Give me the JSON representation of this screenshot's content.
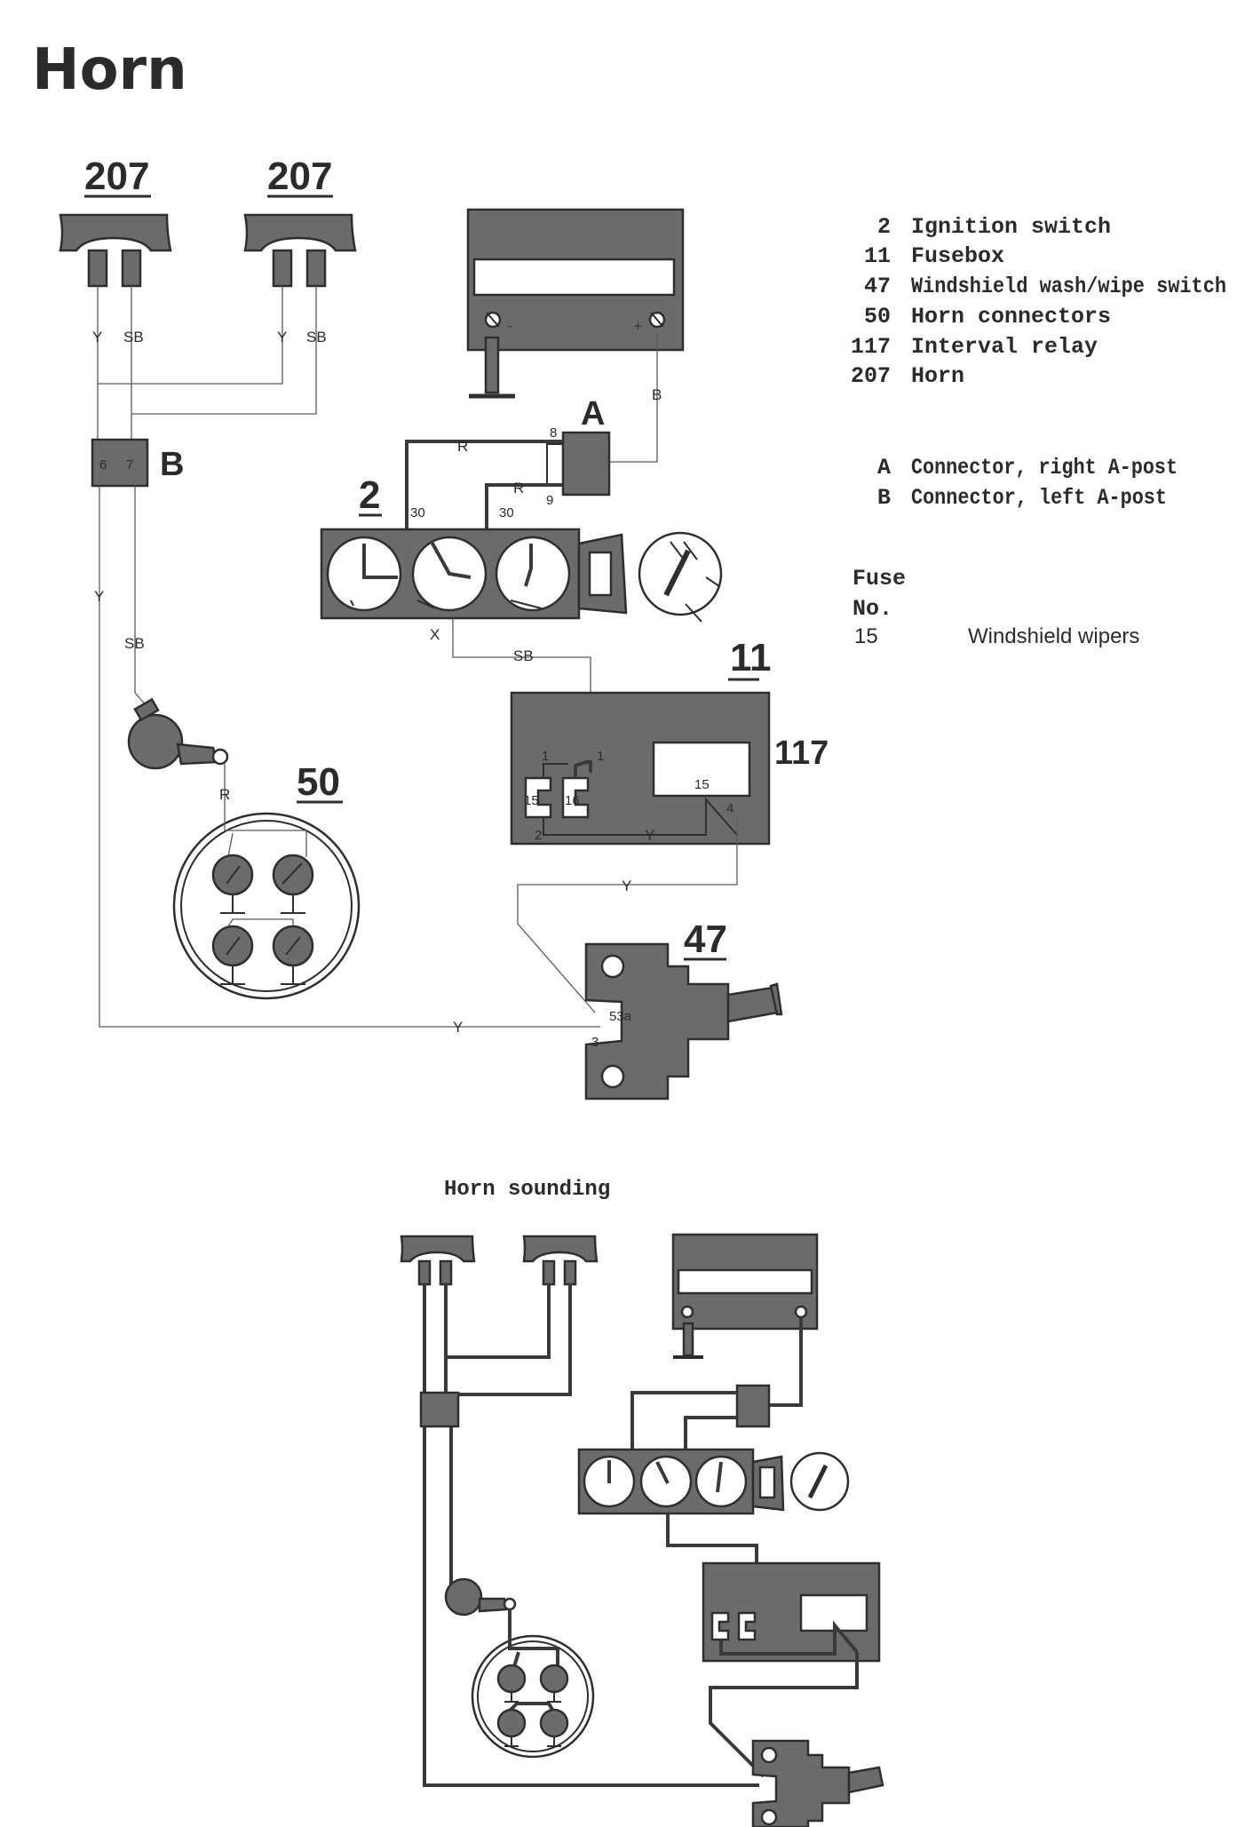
{
  "title": "Horn",
  "components": {
    "horn_left": "207",
    "horn_right": "207",
    "connector_a": "A",
    "connector_b": "B",
    "ignition_switch": "2",
    "fusebox": "11",
    "interval_relay": "117",
    "horn_connectors": "50",
    "wash_wipe_switch": "47"
  },
  "wire_labels": {
    "y": "Y",
    "sb": "SB",
    "r": "R",
    "b": "B",
    "x": "X"
  },
  "pins": {
    "b_pin_6": "6",
    "b_pin_7": "7",
    "a_pin_8": "8",
    "a_pin_9": "9",
    "sw_30_left": "30",
    "sw_30_right": "30",
    "fb_1_left": "1",
    "fb_1_right": "1",
    "fb_15": "15",
    "fb_16": "16",
    "fb_2": "2",
    "relay_15": "15",
    "relay_4": "4",
    "sw_53a": "53a",
    "sw_3": "3",
    "batt_minus": "-",
    "batt_plus": "+"
  },
  "legend": [
    {
      "num": "2",
      "text": "Ignition switch"
    },
    {
      "num": "11",
      "text": "Fusebox"
    },
    {
      "num": "47",
      "text": "Windshield wash/wipe switch"
    },
    {
      "num": "50",
      "text": "Horn connectors"
    },
    {
      "num": "117",
      "text": "Interval relay"
    },
    {
      "num": "207",
      "text": "Horn"
    }
  ],
  "connector_legend": [
    {
      "num": "A",
      "text": "Connector, right A-post"
    },
    {
      "num": "B",
      "text": "Connector, left A-post"
    }
  ],
  "fuse_table": {
    "header_line1": "Fuse",
    "header_line2": "No.",
    "rows": [
      {
        "no": "15",
        "text": "Windshield wipers"
      }
    ]
  },
  "second_diagram_title": "Horn sounding",
  "colors": {
    "component_fill": "#6b6b6b",
    "wire": "#5a5a5a",
    "active_wire": "#3a3a3a",
    "background": "#ffffff"
  }
}
